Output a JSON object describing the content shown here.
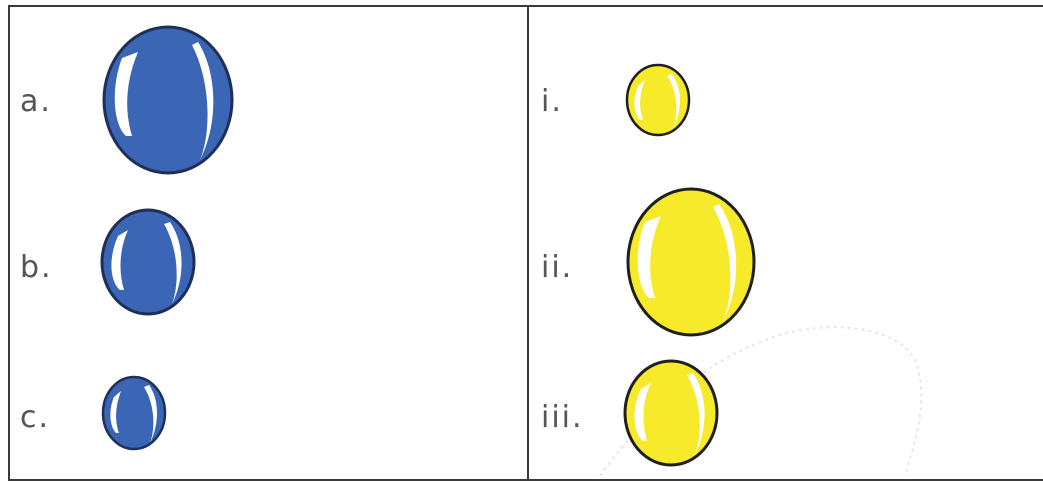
{
  "left_group": {
    "color": "#3a66b5",
    "outline": "#1f2f57",
    "items": [
      {
        "label": "a."
      },
      {
        "label": "b."
      },
      {
        "label": "c."
      }
    ]
  },
  "right_group": {
    "color": "#f7ea2a",
    "outline": "#1f1f1f",
    "items": [
      {
        "label": "i."
      },
      {
        "label": "ii."
      },
      {
        "label": "iii."
      }
    ]
  }
}
